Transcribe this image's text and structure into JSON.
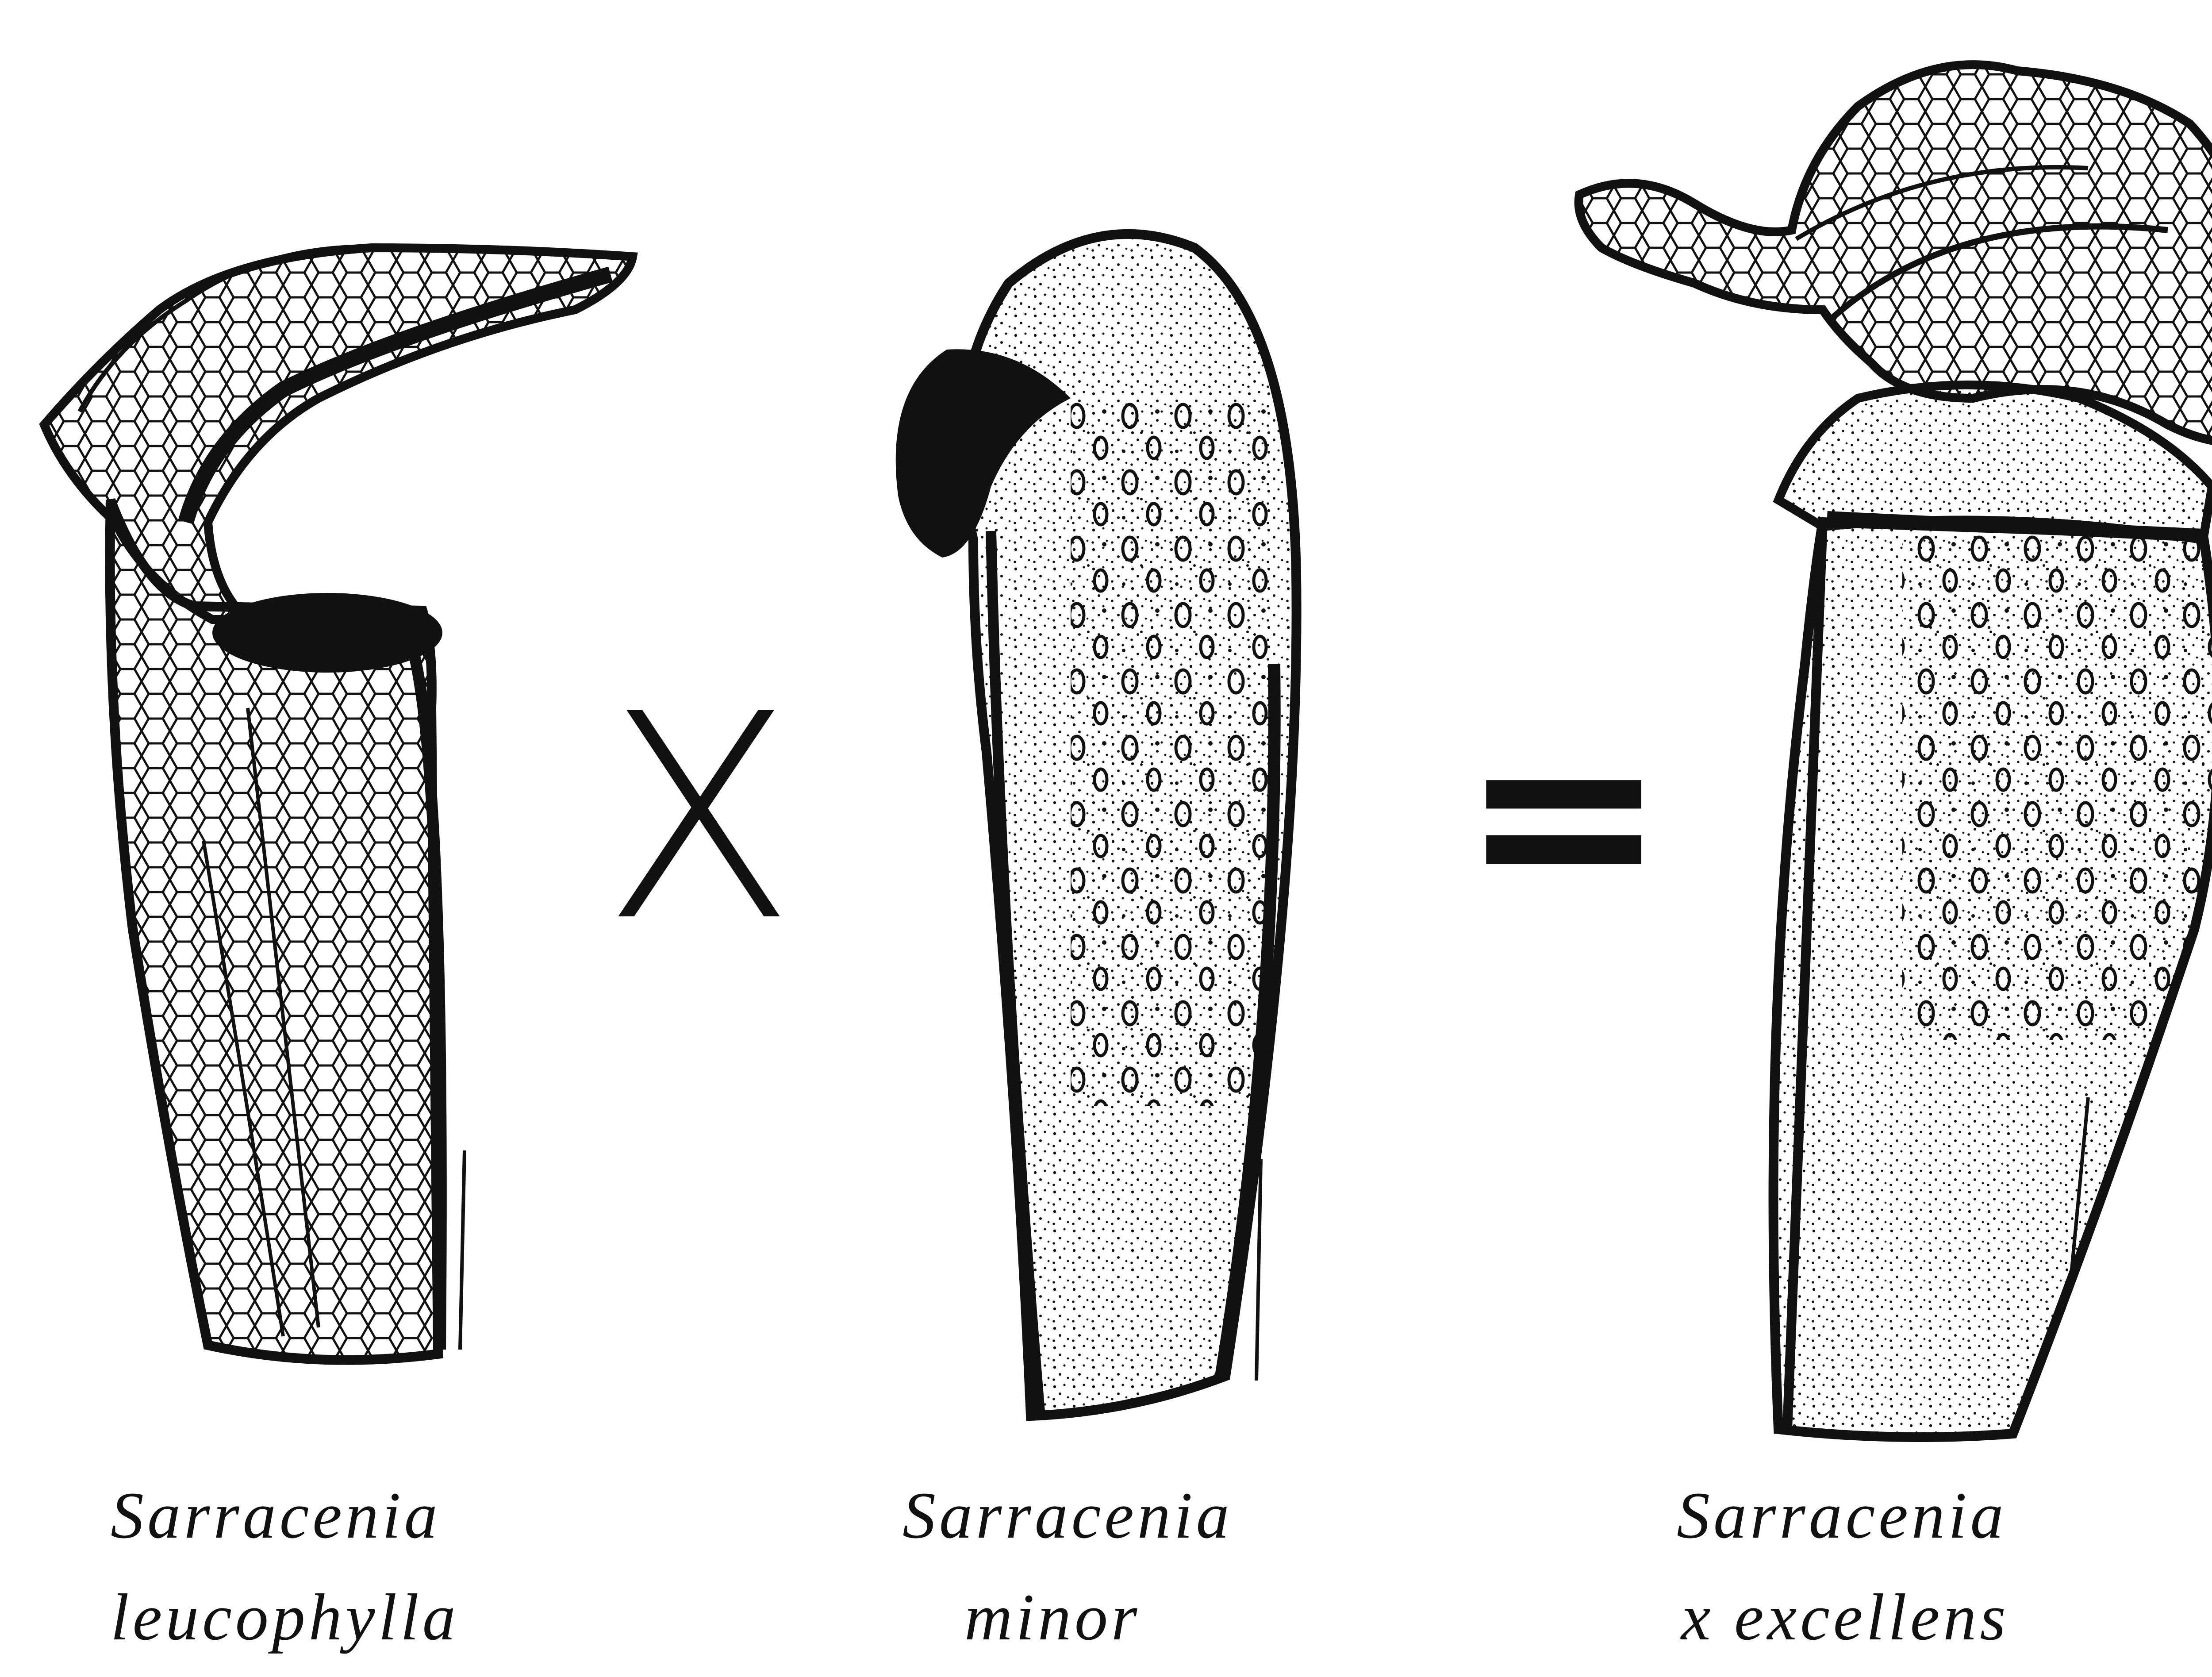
{
  "plants": [
    {
      "genus": "Sarracenia",
      "species": "leucophylla"
    },
    {
      "genus": "Sarracenia",
      "species": "minor"
    },
    {
      "genus": "Sarracenia",
      "species": "x excellens"
    }
  ],
  "operators": {
    "cross": "X",
    "equals": "="
  },
  "colors": {
    "ink": "#111111",
    "paper": "#ffffff"
  }
}
